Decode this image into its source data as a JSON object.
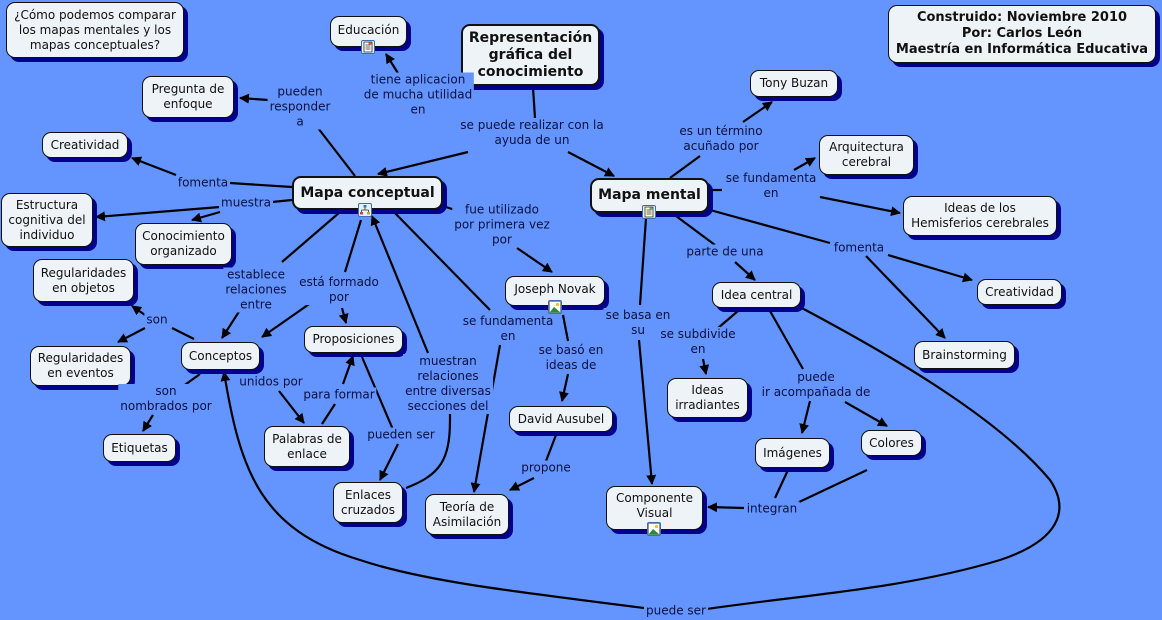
{
  "colors": {
    "background": "#6495ff",
    "node_fill": "#eef3f7",
    "node_shadow": "#00008b",
    "link": "#000000",
    "label_text": "#0a1040"
  },
  "info_boxes": {
    "question": "¿Cómo podemos comparar\nlos mapas mentales y los\nmapas conceptuales?",
    "credits": "Construido: Noviembre 2010\nPor: Carlos León\nMaestría en Informática Educativa"
  },
  "concepts": {
    "root": "Representación\ngráfica del\nconocimiento",
    "educacion": "Educación",
    "mapa_conceptual": "Mapa conceptual",
    "mapa_mental": "Mapa mental",
    "pregunta_enfoque": "Pregunta de\nenfoque",
    "creatividad_cm": "Creatividad",
    "estructura": "Estructura\ncognitiva del\nindividuo",
    "conocimiento": "Conocimiento\norganizado",
    "reg_objetos": "Regularidades\nen objetos",
    "reg_eventos": "Regularidades\nen eventos",
    "conceptos": "Conceptos",
    "etiquetas": "Etiquetas",
    "proposiciones": "Proposiciones",
    "palabras_enlace": "Palabras de\nenlace",
    "enlaces_cruzados": "Enlaces\ncruzados",
    "teoria": "Teoría de\nAsimilación",
    "novak": "Joseph Novak",
    "ausubel": "David Ausubel",
    "tony_buzan": "Tony Buzan",
    "arquitectura": "Arquitectura\ncerebral",
    "hemisferios": "Ideas de los\nHemisferios cerebrales",
    "creatividad_mm": "Creatividad",
    "brainstorming": "Brainstorming",
    "idea_central": "Idea central",
    "ideas_irradiantes": "Ideas\nirradiantes",
    "imagenes": "Imágenes",
    "colores": "Colores",
    "componente_visual": "Componente\nVisual"
  },
  "link_labels": {
    "tiene_aplicacion": "tiene aplicacion\nde mucha utilidad\nen",
    "se_puede_realizar": "se puede realizar con la\nayuda de un",
    "pueden_responder": "pueden\nresponder\na",
    "fomenta_cm": "fomenta",
    "muestra": "muestra",
    "establece": "establece\nrelaciones\nentre",
    "esta_formado": "está formado\npor",
    "fue_utilizado": "fue utilizado\npor primera vez\npor",
    "se_fundamenta_cm": "se fundamenta\nen",
    "muestran": "muestran\nrelaciones\nentre diversas\nsecciones del",
    "son": "son",
    "son_nombrados": "son\nnombrados por",
    "unidos_por": "unidos por",
    "para_formar": "para formar",
    "pueden_ser": "pueden ser",
    "se_baso": "se basó en\nideas de",
    "propone": "propone",
    "es_un_termino": "es un término\nacuñado por",
    "se_fundamenta_mm": "se fundamenta\nen",
    "fomenta_mm": "fomenta",
    "parte_de_una": "parte de una",
    "se_basa": "se basa en\nsu",
    "se_subdivide": "se subdivide\nen",
    "puede_acompanada": "puede\nir acompañada de",
    "integran": "integran",
    "puede_ser": "puede ser"
  },
  "icons": {
    "educacion": "document-icon",
    "mapa_conceptual": "hierarchy-icon",
    "mapa_mental": "document-icon",
    "novak": "image-icon",
    "componente_visual": "image-icon"
  }
}
